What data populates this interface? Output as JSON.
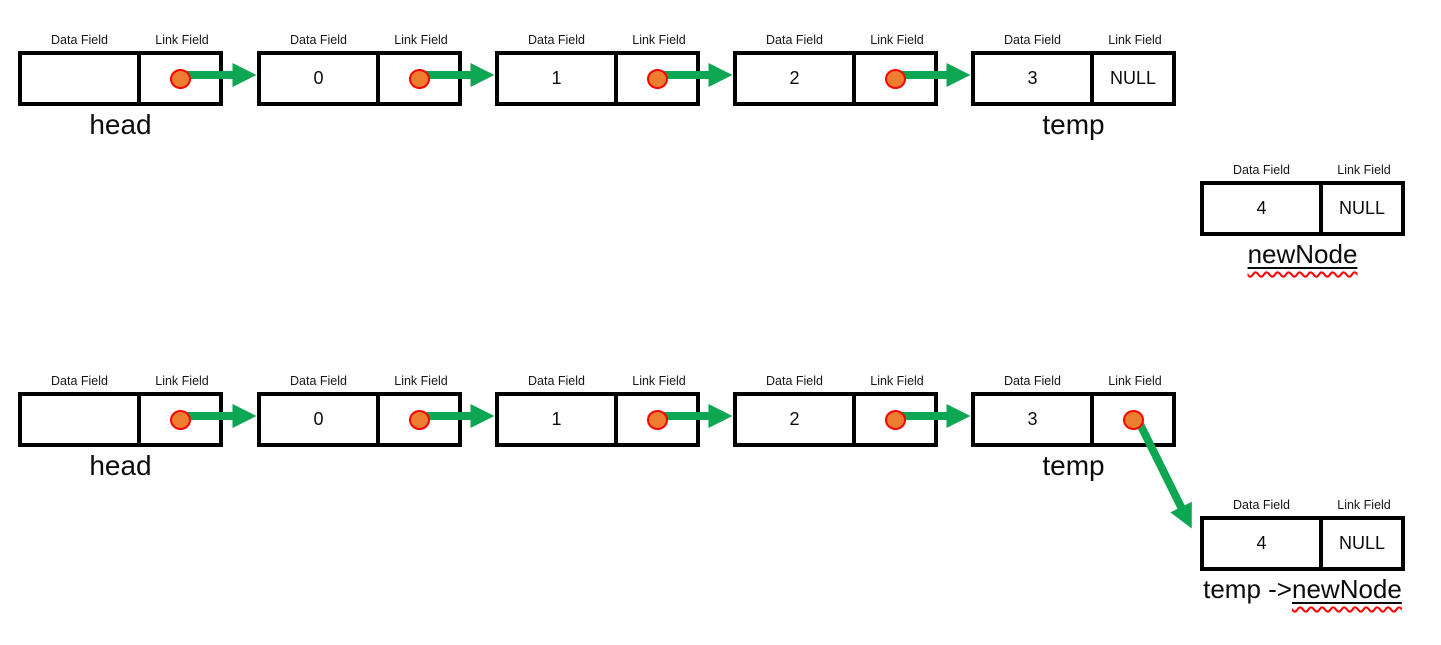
{
  "labels": {
    "data_field": "Data Field",
    "link_field": "Link Field",
    "head": "head",
    "temp": "temp",
    "new_node": "newNode",
    "temp_arrow_prefix": "temp ->"
  },
  "colors": {
    "arrow": "#0DA652",
    "dot-fill": "#ED7D31",
    "dot-border": "#FF0000",
    "box-border": "#000000",
    "underline": "#FF0000"
  },
  "rows": [
    {
      "stage": "before-insert",
      "nodes": [
        {
          "data": "",
          "link": "pointer",
          "caption": "head"
        },
        {
          "data": "0",
          "link": "pointer"
        },
        {
          "data": "1",
          "link": "pointer"
        },
        {
          "data": "2",
          "link": "pointer"
        },
        {
          "data": "3",
          "link": "NULL",
          "caption": "temp"
        }
      ],
      "new_node": {
        "data": "4",
        "link": "NULL",
        "caption": "newNode"
      }
    },
    {
      "stage": "after-insert",
      "nodes": [
        {
          "data": "",
          "link": "pointer",
          "caption": "head"
        },
        {
          "data": "0",
          "link": "pointer"
        },
        {
          "data": "1",
          "link": "pointer"
        },
        {
          "data": "2",
          "link": "pointer"
        },
        {
          "data": "3",
          "link": "pointer",
          "caption": "temp"
        }
      ],
      "new_node": {
        "data": "4",
        "link": "NULL",
        "caption_prefix": "temp ->",
        "caption_wavy": "newNode"
      }
    }
  ]
}
